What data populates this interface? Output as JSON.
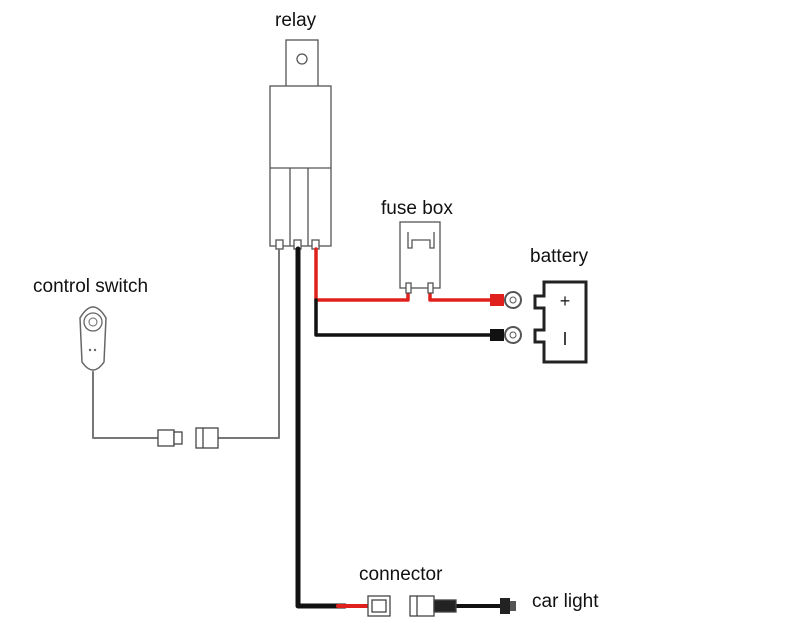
{
  "labels": {
    "relay": "relay",
    "fuse_box": "fuse box",
    "battery": "battery",
    "control_switch": "control switch",
    "connector": "connector",
    "car_light": "car light"
  },
  "battery_symbols": {
    "positive": "+",
    "negative": "I"
  },
  "colors": {
    "wire_red": "#e0201c",
    "wire_black": "#111111",
    "wire_grey": "#666666",
    "outline": "#444444"
  }
}
